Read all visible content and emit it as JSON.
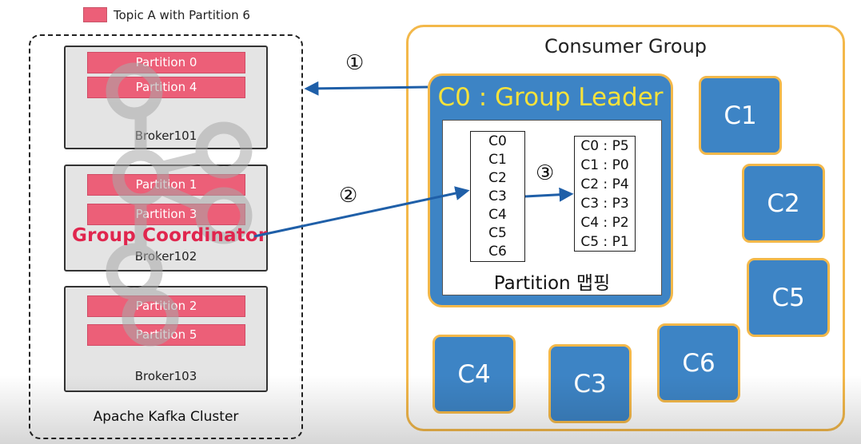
{
  "legend": {
    "label": "Topic A with Partition 6",
    "color": "#ec5f78"
  },
  "cluster": {
    "label": "Apache Kafka Cluster",
    "brokers": [
      {
        "name": "Broker101",
        "partitions": [
          "Partition 0",
          "Partition 4"
        ]
      },
      {
        "name": "Broker102",
        "partitions": [
          "Partition 1",
          "Partition 3"
        ]
      },
      {
        "name": "Broker103",
        "partitions": [
          "Partition 2",
          "Partition 5"
        ]
      }
    ],
    "coordinator_label": "Group Coordinator"
  },
  "consumer_group": {
    "label": "Consumer Group",
    "leader": {
      "title": "C0 : Group Leader",
      "mapping_label": "Partition 맵핑",
      "consumers": [
        "C0",
        "C1",
        "C2",
        "C3",
        "C4",
        "C5",
        "C6"
      ],
      "assignments": [
        "C0 : P5",
        "C1 : P0",
        "C2 : P4",
        "C3 : P3",
        "C4 : P2",
        "C5 : P1"
      ]
    },
    "members": [
      "C1",
      "C2",
      "C5",
      "C6",
      "C4",
      "C3"
    ]
  },
  "steps": {
    "one": "①",
    "two": "②",
    "three": "③"
  },
  "colors": {
    "partition": "#ec5f78",
    "consumer": "#3d84c5",
    "border_accent": "#f3b84a",
    "leader_text": "#f7e23a",
    "coordinator_text": "#e0264e",
    "arrow": "#1f5fa8"
  }
}
